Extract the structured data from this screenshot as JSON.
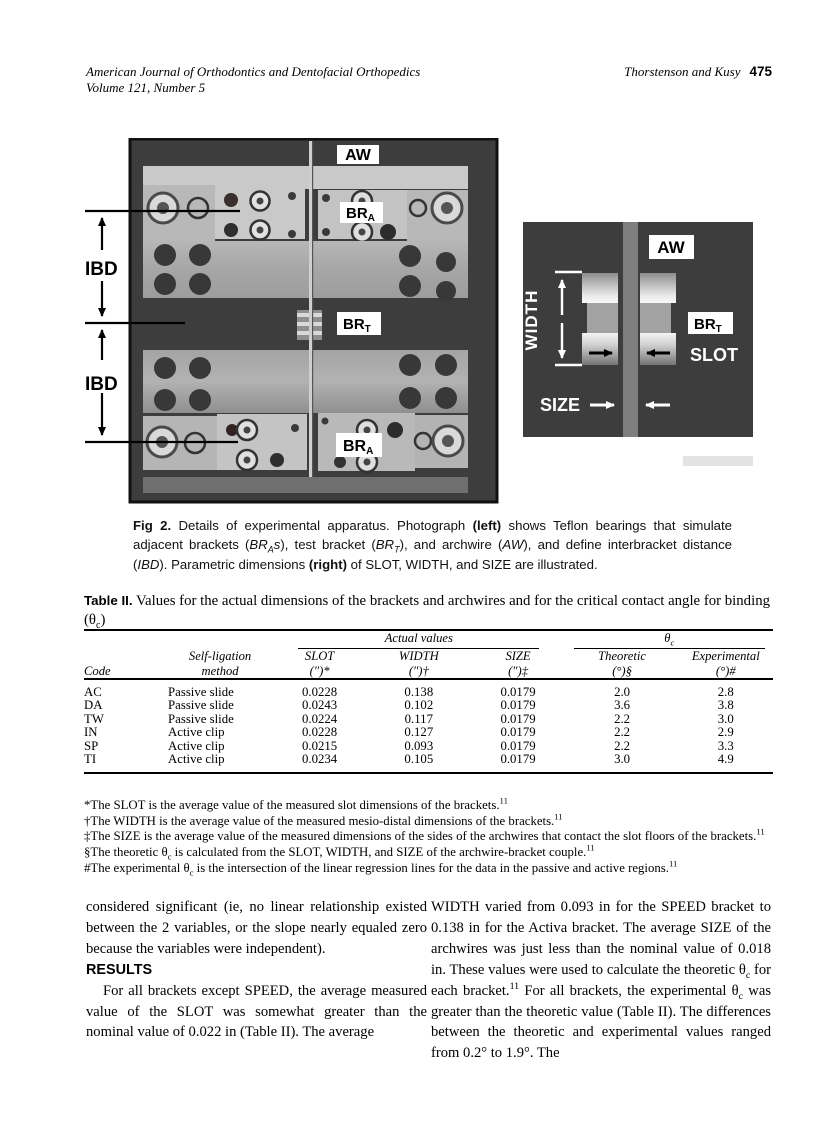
{
  "header": {
    "journal_line1": "American Journal of Orthodontics and Dentofacial Orthopedics",
    "journal_line2": "Volume 121, Number 5",
    "authors": "Thorstenson and Kusy",
    "page_number": "475"
  },
  "figure": {
    "photo": {
      "aw": "AW",
      "br": "BR",
      "sub_a": "A",
      "sub_t": "T",
      "ibd": "IBD"
    },
    "diagram": {
      "aw": "AW",
      "br": "BR",
      "sub_t": "T",
      "width": "WIDTH",
      "slot": "SLOT",
      "size": "SIZE"
    },
    "caption": [
      {
        "t": "Fig 2.",
        "b": 1
      },
      {
        "t": " Details of experimental apparatus. Photograph "
      },
      {
        "t": "(left)",
        "b": 1
      },
      {
        "t": " shows Teflon bearings that simulate adjacent brackets ("
      },
      {
        "t": "BR",
        "i": 1
      },
      {
        "t": "A",
        "i": 1,
        "s": "sub"
      },
      {
        "t": "s",
        "i": 1
      },
      {
        "t": "), test bracket ("
      },
      {
        "t": "BR",
        "i": 1
      },
      {
        "t": "T",
        "i": 1,
        "s": "sub"
      },
      {
        "t": "), and archwire ("
      },
      {
        "t": "AW",
        "i": 1
      },
      {
        "t": "), and define interbracket distance ("
      },
      {
        "t": "IBD",
        "i": 1
      },
      {
        "t": "). Parametric dimensions "
      },
      {
        "t": "(right)",
        "b": 1
      },
      {
        "t": " of SLOT, WIDTH, and SIZE are illustrated."
      }
    ]
  },
  "table": {
    "title": [
      {
        "t": "Table II.",
        "b": 1,
        "f": "sans"
      },
      {
        "t": " Values for the actual dimensions of the brackets and archwires and for the critical contact angle for binding (θ"
      },
      {
        "t": "c",
        "s": "sub"
      },
      {
        "t": ")"
      }
    ],
    "group_headers": {
      "actual_values": "Actual values",
      "theta": "θ",
      "theta_sub": "c"
    },
    "columns": {
      "code": "Code",
      "method_line1": "Self-ligation",
      "method_line2": "method",
      "slot_line1": "SLOT",
      "slot_line2": "(″)*",
      "width_line1": "WIDTH",
      "width_line2": "(″)†",
      "size_line1": "SIZE",
      "size_line2": "(″)‡",
      "theoretic_line1": "Theoretic",
      "theoretic_line2": "(°)§",
      "experimental_line1": "Experimental",
      "experimental_line2": "(°)#"
    },
    "rows": [
      [
        "AC",
        "Passive slide",
        "0.0228",
        "0.138",
        "0.0179",
        "2.0",
        "2.8"
      ],
      [
        "DA",
        "Passive slide",
        "0.0243",
        "0.102",
        "0.0179",
        "3.6",
        "3.8"
      ],
      [
        "TW",
        "Passive slide",
        "0.0224",
        "0.117",
        "0.0179",
        "2.2",
        "3.0"
      ],
      [
        "IN",
        "Active clip",
        "0.0228",
        "0.127",
        "0.0179",
        "2.2",
        "2.9"
      ],
      [
        "SP",
        "Active clip",
        "0.0215",
        "0.093",
        "0.0179",
        "2.2",
        "3.3"
      ],
      [
        "TI",
        "Active clip",
        "0.0234",
        "0.105",
        "0.0179",
        "3.0",
        "4.9"
      ]
    ],
    "footnotes": [
      [
        {
          "t": "*The SLOT is the average value of the measured slot dimensions of the brackets."
        },
        {
          "t": "11",
          "s": "sup"
        }
      ],
      [
        {
          "t": "†The WIDTH is the average value of the measured mesio-distal dimensions of the brackets."
        },
        {
          "t": "11",
          "s": "sup"
        }
      ],
      [
        {
          "t": "‡The SIZE is the average value of the measured dimensions of the sides of the archwires that contact the slot floors of the brackets."
        },
        {
          "t": "11",
          "s": "sup"
        }
      ],
      [
        {
          "t": "§The theoretic θ"
        },
        {
          "t": "c",
          "s": "sub"
        },
        {
          "t": " is calculated from the SLOT, WIDTH, and SIZE of the archwire-bracket couple."
        },
        {
          "t": "11",
          "s": "sup"
        }
      ],
      [
        {
          "t": "#The experimental θ"
        },
        {
          "t": "c",
          "s": "sub"
        },
        {
          "t": " is the intersection of the linear regression lines for the data in the passive and active regions."
        },
        {
          "t": "11",
          "s": "sup"
        }
      ]
    ]
  },
  "body": {
    "left": {
      "para1": [
        {
          "t": "considered significant (ie, no linear relationship existed between the 2 variables, or the slope nearly equaled zero because the variables were independent)."
        }
      ],
      "heading": "RESULTS",
      "para2": [
        {
          "t": "For all brackets except SPEED, the average measured value of the SLOT was somewhat greater than the nominal value of 0.022 in (Table II). The average"
        }
      ]
    },
    "right": {
      "para1": [
        {
          "t": "WIDTH varied from 0.093 in for the SPEED bracket to 0.138 in for the Activa bracket. The average SIZE of the archwires was just less than the nominal value of 0.018 in. These values were used to calculate the theoretic θ"
        },
        {
          "t": "c",
          "s": "sub"
        },
        {
          "t": " for each bracket."
        },
        {
          "t": "11",
          "s": "sup"
        },
        {
          "t": " For all brackets, the experimental θ"
        },
        {
          "t": "c",
          "s": "sub"
        },
        {
          "t": " was greater than the theoretic value (Table II). The differences between the theoretic and experimental values ranged from 0.2° to 1.9°. The"
        }
      ]
    }
  }
}
